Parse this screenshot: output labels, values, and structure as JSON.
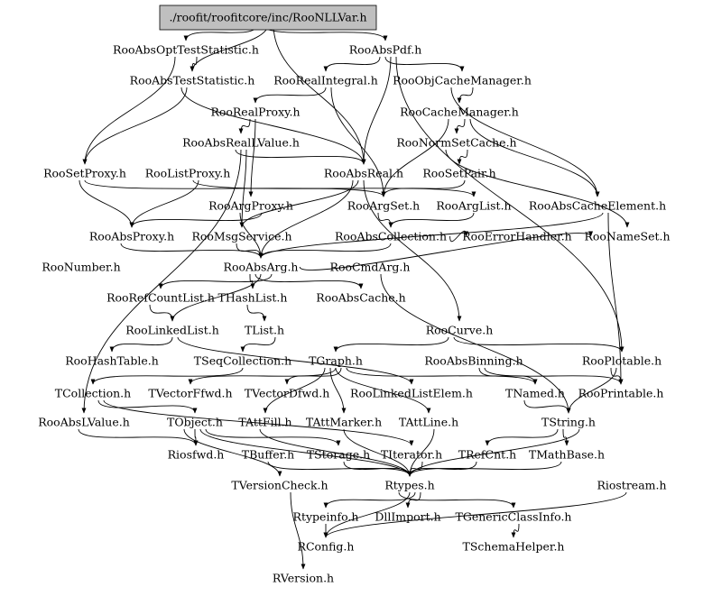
{
  "diagram": {
    "root": "./roofit/roofitcore/inc/RooNLLVar.h",
    "nodes": [
      {
        "id": "root",
        "label": "./roofit/roofitcore/inc/RooNLLVar.h"
      },
      {
        "id": "aots",
        "label": "RooAbsOptTestStatistic.h"
      },
      {
        "id": "apdf",
        "label": "RooAbsPdf.h"
      },
      {
        "id": "ats",
        "label": "RooAbsTestStatistic.h"
      },
      {
        "id": "rint",
        "label": "RooRealIntegral.h"
      },
      {
        "id": "ocm",
        "label": "RooObjCacheManager.h"
      },
      {
        "id": "rrp",
        "label": "RooRealProxy.h"
      },
      {
        "id": "cm",
        "label": "RooCacheManager.h"
      },
      {
        "id": "arlv",
        "label": "RooAbsRealLValue.h"
      },
      {
        "id": "nsc",
        "label": "RooNormSetCache.h"
      },
      {
        "id": "sp",
        "label": "RooSetProxy.h"
      },
      {
        "id": "lp",
        "label": "RooListProxy.h"
      },
      {
        "id": "areal",
        "label": "RooAbsReal.h"
      },
      {
        "id": "spair",
        "label": "RooSetPair.h"
      },
      {
        "id": "ap",
        "label": "RooArgProxy.h"
      },
      {
        "id": "as",
        "label": "RooArgSet.h"
      },
      {
        "id": "al",
        "label": "RooArgList.h"
      },
      {
        "id": "ace",
        "label": "RooAbsCacheElement.h"
      },
      {
        "id": "aprox",
        "label": "RooAbsProxy.h"
      },
      {
        "id": "ms",
        "label": "RooMsgService.h"
      },
      {
        "id": "acoll",
        "label": "RooAbsCollection.h"
      },
      {
        "id": "eh",
        "label": "RooErrorHandler.h"
      },
      {
        "id": "nset",
        "label": "RooNameSet.h"
      },
      {
        "id": "num",
        "label": "RooNumber.h"
      },
      {
        "id": "aarg",
        "label": "RooAbsArg.h"
      },
      {
        "id": "carg",
        "label": "RooCmdArg.h"
      },
      {
        "id": "rcl",
        "label": "RooRefCountList.h"
      },
      {
        "id": "thl",
        "label": "THashList.h"
      },
      {
        "id": "acache",
        "label": "RooAbsCache.h"
      },
      {
        "id": "rll",
        "label": "RooLinkedList.h"
      },
      {
        "id": "tlist",
        "label": "TList.h"
      },
      {
        "id": "curve",
        "label": "RooCurve.h"
      },
      {
        "id": "rht",
        "label": "RooHashTable.h"
      },
      {
        "id": "tsc",
        "label": "TSeqCollection.h"
      },
      {
        "id": "tg",
        "label": "TGraph.h"
      },
      {
        "id": "abin",
        "label": "RooAbsBinning.h"
      },
      {
        "id": "plot",
        "label": "RooPlotable.h"
      },
      {
        "id": "tcoll",
        "label": "TCollection.h"
      },
      {
        "id": "tvf",
        "label": "TVectorFfwd.h"
      },
      {
        "id": "tvd",
        "label": "TVectorDfwd.h"
      },
      {
        "id": "llelem",
        "label": "RooLinkedListElem.h"
      },
      {
        "id": "tnamed",
        "label": "TNamed.h"
      },
      {
        "id": "print",
        "label": "RooPrintable.h"
      },
      {
        "id": "alv",
        "label": "RooAbsLValue.h"
      },
      {
        "id": "tobj",
        "label": "TObject.h"
      },
      {
        "id": "tafill",
        "label": "TAttFill.h"
      },
      {
        "id": "tamark",
        "label": "TAttMarker.h"
      },
      {
        "id": "taline",
        "label": "TAttLine.h"
      },
      {
        "id": "tstr",
        "label": "TString.h"
      },
      {
        "id": "riosf",
        "label": "Riosfwd.h"
      },
      {
        "id": "tbuf",
        "label": "TBuffer.h"
      },
      {
        "id": "tstor",
        "label": "TStorage.h"
      },
      {
        "id": "titer",
        "label": "TIterator.h"
      },
      {
        "id": "tref",
        "label": "TRefCnt.h"
      },
      {
        "id": "tmath",
        "label": "TMathBase.h"
      },
      {
        "id": "tvc",
        "label": "TVersionCheck.h"
      },
      {
        "id": "rtypes",
        "label": "Rtypes.h"
      },
      {
        "id": "rios",
        "label": "Riostream.h"
      },
      {
        "id": "rti",
        "label": "Rtypeinfo.h"
      },
      {
        "id": "dll",
        "label": "DllImport.h"
      },
      {
        "id": "tgci",
        "label": "TGenericClassInfo.h"
      },
      {
        "id": "rconf",
        "label": "RConfig.h"
      },
      {
        "id": "tsh",
        "label": "TSchemaHelper.h"
      },
      {
        "id": "rver",
        "label": "RVersion.h"
      }
    ],
    "edges": [
      [
        "root",
        "aots"
      ],
      [
        "root",
        "apdf"
      ],
      [
        "root",
        "ats"
      ],
      [
        "root",
        "areal"
      ],
      [
        "aots",
        "ats"
      ],
      [
        "aots",
        "sp"
      ],
      [
        "apdf",
        "rint"
      ],
      [
        "apdf",
        "ocm"
      ],
      [
        "apdf",
        "areal"
      ],
      [
        "apdf",
        "plot"
      ],
      [
        "ats",
        "areal"
      ],
      [
        "ats",
        "sp"
      ],
      [
        "rint",
        "rrp"
      ],
      [
        "rint",
        "as"
      ],
      [
        "ocm",
        "cm"
      ],
      [
        "ocm",
        "ace"
      ],
      [
        "rrp",
        "arlv"
      ],
      [
        "rrp",
        "ap"
      ],
      [
        "cm",
        "nsc"
      ],
      [
        "cm",
        "ace"
      ],
      [
        "cm",
        "as"
      ],
      [
        "arlv",
        "areal"
      ],
      [
        "arlv",
        "alv"
      ],
      [
        "arlv",
        "ms"
      ],
      [
        "nsc",
        "spair"
      ],
      [
        "nsc",
        "nset"
      ],
      [
        "sp",
        "aprox"
      ],
      [
        "sp",
        "as"
      ],
      [
        "lp",
        "al"
      ],
      [
        "lp",
        "aprox"
      ],
      [
        "areal",
        "aarg"
      ],
      [
        "areal",
        "ms"
      ],
      [
        "areal",
        "curve"
      ],
      [
        "spair",
        "as"
      ],
      [
        "ap",
        "aprox"
      ],
      [
        "ap",
        "aarg"
      ],
      [
        "as",
        "acoll"
      ],
      [
        "al",
        "acoll"
      ],
      [
        "ace",
        "aarg"
      ],
      [
        "ace",
        "print"
      ],
      [
        "aprox",
        "aarg"
      ],
      [
        "ms",
        "aarg"
      ],
      [
        "acoll",
        "aarg"
      ],
      [
        "acoll",
        "eh"
      ],
      [
        "aarg",
        "rcl"
      ],
      [
        "aarg",
        "thl"
      ],
      [
        "aarg",
        "acache"
      ],
      [
        "aarg",
        "rll"
      ],
      [
        "aarg",
        "nset"
      ],
      [
        "carg",
        "tstr"
      ],
      [
        "rcl",
        "rll"
      ],
      [
        "thl",
        "tlist"
      ],
      [
        "rll",
        "rht"
      ],
      [
        "rll",
        "llelem"
      ],
      [
        "tlist",
        "tsc"
      ],
      [
        "curve",
        "tg"
      ],
      [
        "curve",
        "plot"
      ],
      [
        "tg",
        "tvf"
      ],
      [
        "tg",
        "tvd"
      ],
      [
        "tg",
        "tnamed"
      ],
      [
        "tg",
        "tafill"
      ],
      [
        "tg",
        "tamark"
      ],
      [
        "tg",
        "taline"
      ],
      [
        "abin",
        "tnamed"
      ],
      [
        "abin",
        "print"
      ],
      [
        "plot",
        "print"
      ],
      [
        "plot",
        "tstr"
      ],
      [
        "tsc",
        "tcoll"
      ],
      [
        "tcoll",
        "tobj"
      ],
      [
        "tcoll",
        "titer"
      ],
      [
        "tnamed",
        "tstr"
      ],
      [
        "alv",
        "riosf"
      ],
      [
        "tobj",
        "riosf"
      ],
      [
        "tobj",
        "rtypes"
      ],
      [
        "tobj",
        "tstor"
      ],
      [
        "tobj",
        "tvc"
      ],
      [
        "tafill",
        "rtypes"
      ],
      [
        "tamark",
        "rtypes"
      ],
      [
        "taline",
        "rtypes"
      ],
      [
        "tstr",
        "rtypes"
      ],
      [
        "tstr",
        "tref"
      ],
      [
        "tstr",
        "tmath"
      ],
      [
        "tbuf",
        "rtypes"
      ],
      [
        "tstor",
        "rtypes"
      ],
      [
        "titer",
        "rtypes"
      ],
      [
        "tref",
        "rtypes"
      ],
      [
        "tmath",
        "rtypes"
      ],
      [
        "rtypes",
        "rconf"
      ],
      [
        "rtypes",
        "rti"
      ],
      [
        "rtypes",
        "dll"
      ],
      [
        "rtypes",
        "tgci"
      ],
      [
        "rios",
        "rconf"
      ],
      [
        "rti",
        "rconf"
      ],
      [
        "tgci",
        "tsh"
      ],
      [
        "tvc",
        "rver"
      ]
    ]
  }
}
